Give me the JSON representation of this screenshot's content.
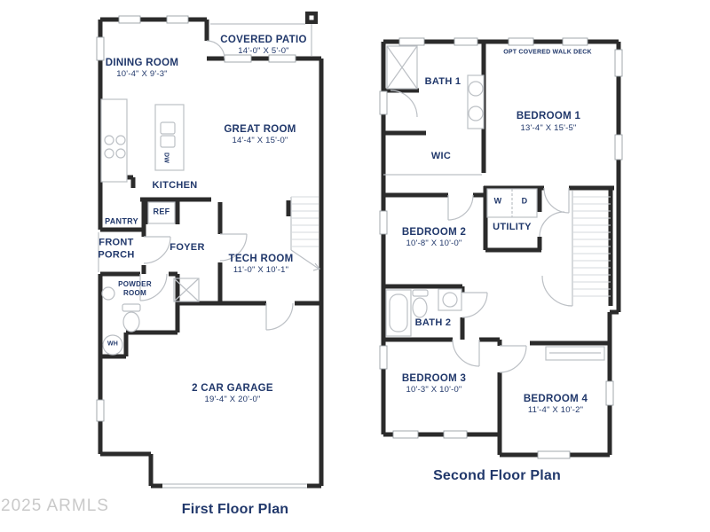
{
  "watermark": "2025 ARMLS",
  "colors": {
    "wall": "#2b2b2b",
    "label_text": "#21386b",
    "fixture_line": "#bcc0c5"
  },
  "first_floor": {
    "title": "First Floor Plan",
    "rooms": {
      "dining": {
        "name": "DINING ROOM",
        "dims": "10'-4\" X 9'-3\""
      },
      "patio": {
        "name": "COVERED PATIO",
        "dims": "14'-0\" X 5'-0\""
      },
      "great": {
        "name": "GREAT ROOM",
        "dims": "14'-4\" X 15'-0\""
      },
      "kitchen": {
        "name": "KITCHEN"
      },
      "pantry": {
        "name": "PANTRY"
      },
      "ref": {
        "name": "REF"
      },
      "dw": {
        "name": "DW"
      },
      "porch": {
        "name": "FRONT PORCH"
      },
      "foyer": {
        "name": "FOYER"
      },
      "tech": {
        "name": "TECH ROOM",
        "dims": "11'-0\" X 10'-1\""
      },
      "powder": {
        "name": "POWDER ROOM"
      },
      "wh": {
        "name": "WH"
      },
      "garage": {
        "name": "2 CAR GARAGE",
        "dims": "19'-4\" X 20'-0\""
      }
    }
  },
  "second_floor": {
    "title": "Second Floor Plan",
    "rooms": {
      "bath1": {
        "name": "BATH 1"
      },
      "walkdeck": {
        "name": "OPT COVERED WALK DECK"
      },
      "bedroom1": {
        "name": "BEDROOM 1",
        "dims": "13'-4\" X 15'-5\""
      },
      "wic": {
        "name": "WIC"
      },
      "washer": {
        "name": "W"
      },
      "dryer": {
        "name": "D"
      },
      "utility": {
        "name": "UTILITY"
      },
      "bedroom2": {
        "name": "BEDROOM 2",
        "dims": "10'-8\" X 10'-0\""
      },
      "bath2": {
        "name": "BATH 2"
      },
      "bedroom3": {
        "name": "BEDROOM 3",
        "dims": "10'-3\" X 10'-0\""
      },
      "bedroom4": {
        "name": "BEDROOM 4",
        "dims": "11'-4\" X 10'-2\""
      }
    }
  }
}
